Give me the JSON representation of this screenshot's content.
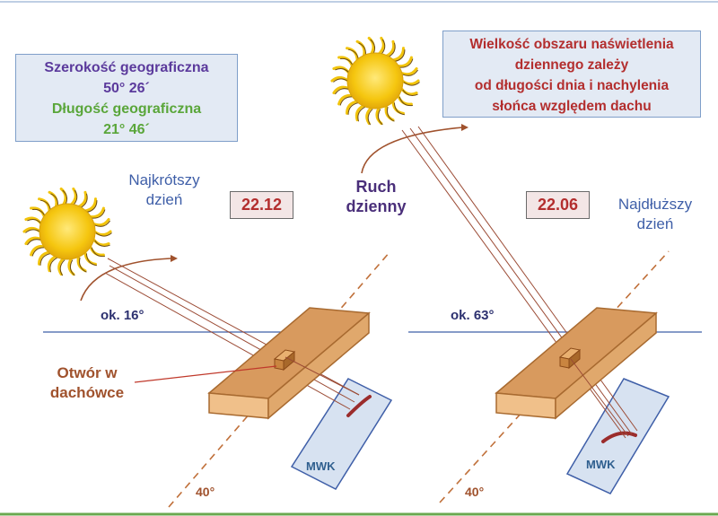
{
  "lat_box": {
    "lat_label": "Szerokość geograficzna",
    "lat_value": "50° 26´",
    "lon_label": "Długość geograficzna",
    "lon_value": "21° 46´"
  },
  "info_box": {
    "line1": "Wielkość obszaru naświetlenia",
    "line2": "dziennego zależy",
    "line3": "od długości dnia i nachylenia",
    "line4": "słońca względem dachu"
  },
  "left": {
    "day_line1": "Najkrótszy",
    "day_line2": "dzień",
    "date": "22.12",
    "angle": "ok. 16°",
    "roof_angle": "40°",
    "mwk": "MWK"
  },
  "right": {
    "day_line1": "Najdłuższy",
    "day_line2": "dzień",
    "date": "22.06",
    "angle": "ok. 63°",
    "roof_angle": "40°",
    "mwk": "MWK"
  },
  "motion": {
    "line1": "Ruch",
    "line2": "dzienny"
  },
  "hole": {
    "line1": "Otwór w",
    "line2": "dachówce"
  },
  "colors": {
    "box_fill": "#e3eaf4",
    "box_border": "#7f9fc9",
    "lat_text": "#5b3a9c",
    "lon_text": "#5aa63a",
    "info_text": "#b32e2e",
    "date_text": "#b32e2e",
    "roof": "#d89a5e",
    "roof_edge": "#a86a30",
    "sun": "#f2c40c",
    "sun_rays": "#6b4a12",
    "mwk_fill": "#d7e2f1",
    "mwk_border": "#3f5fa8",
    "horizon": "#3f5fa8",
    "ground": "#6aa84f"
  },
  "icons": [
    "sun-icon",
    "roof-tile",
    "mwk-screen",
    "motion-arrow"
  ]
}
